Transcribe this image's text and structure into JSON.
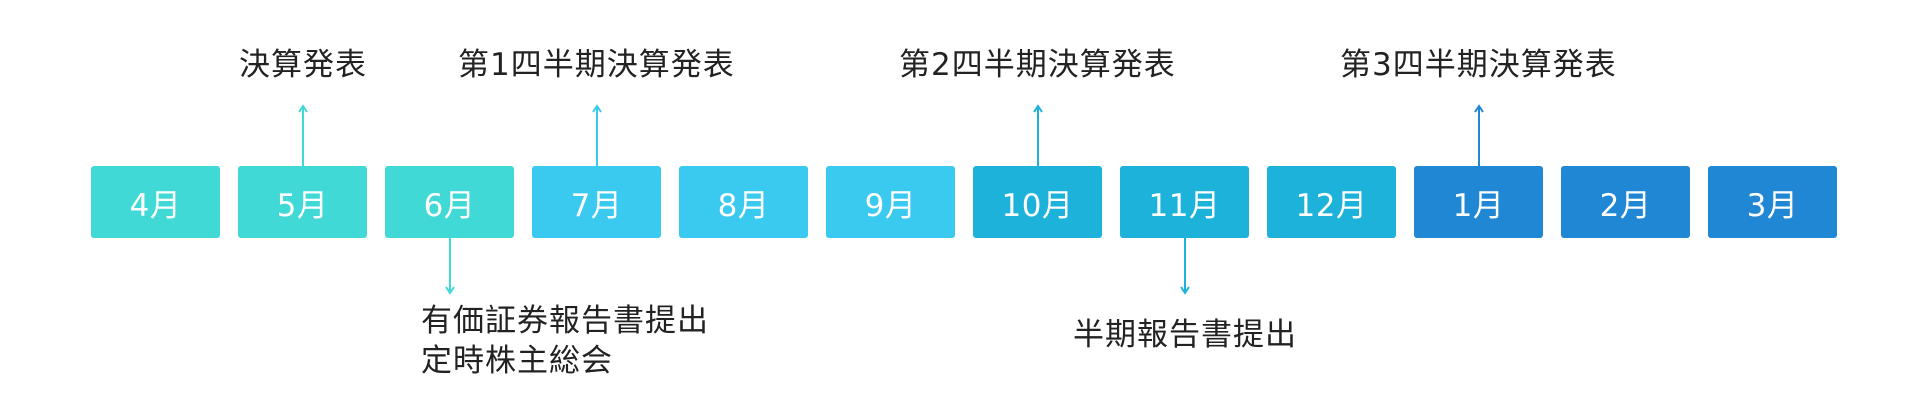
{
  "months": [
    {
      "label": "4月",
      "color": "#40d9d6"
    },
    {
      "label": "5月",
      "color": "#40d9d6"
    },
    {
      "label": "6月",
      "color": "#40d9d6"
    },
    {
      "label": "7月",
      "color": "#3ac9ef"
    },
    {
      "label": "8月",
      "color": "#3ac9ef"
    },
    {
      "label": "9月",
      "color": "#3ac9ef"
    },
    {
      "label": "10月",
      "color": "#1db2d9"
    },
    {
      "label": "11月",
      "color": "#1db2d9"
    },
    {
      "label": "12月",
      "color": "#1db2d9"
    },
    {
      "label": "1月",
      "color": "#1f87d3"
    },
    {
      "label": "2月",
      "color": "#1f87d3"
    },
    {
      "label": "3月",
      "color": "#1f87d3"
    }
  ],
  "events_above": [
    {
      "label": "決算発表",
      "month": "5月",
      "arrow_color": "#40d9d6"
    },
    {
      "label": "第1四半期決算発表",
      "month": "7月",
      "arrow_color": "#3ac9ef"
    },
    {
      "label": "第2四半期決算発表",
      "month": "10月",
      "arrow_color": "#1db2d9"
    },
    {
      "label": "第3四半期決算発表",
      "month": "1月",
      "arrow_color": "#1f87d3"
    }
  ],
  "events_below": [
    {
      "lines": [
        "有価証券報告書提出",
        "定時株主総会"
      ],
      "month": "6月",
      "arrow_color": "#40d9d6"
    },
    {
      "lines": [
        "半期報告書提出"
      ],
      "month": "11月",
      "arrow_color": "#1db2d9"
    }
  ]
}
